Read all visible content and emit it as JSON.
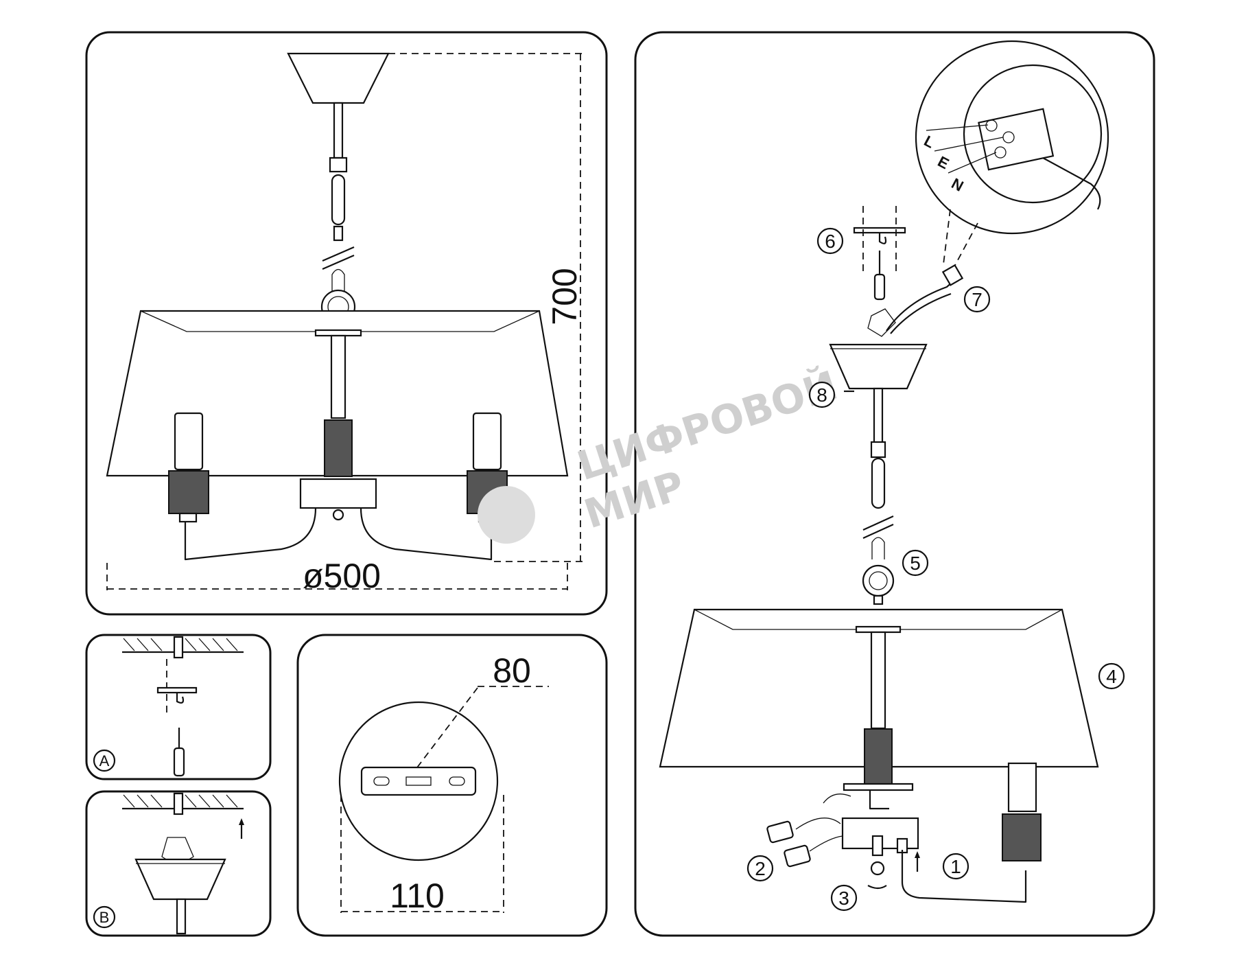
{
  "dimensions": {
    "height": "700",
    "diameter": "ø500",
    "plate_width": "110",
    "plate_hole": "80"
  },
  "steps": {
    "a": "A",
    "b": "B",
    "s1": "1",
    "s2": "2",
    "s3": "3",
    "s4": "4",
    "s5": "5",
    "s6": "6",
    "s7": "7",
    "s8": "8"
  },
  "wiring": {
    "l": "L",
    "e": "E",
    "n": "N"
  },
  "watermark": {
    "line1": "ЦИФРОВОЙ",
    "line2": "МИР"
  }
}
